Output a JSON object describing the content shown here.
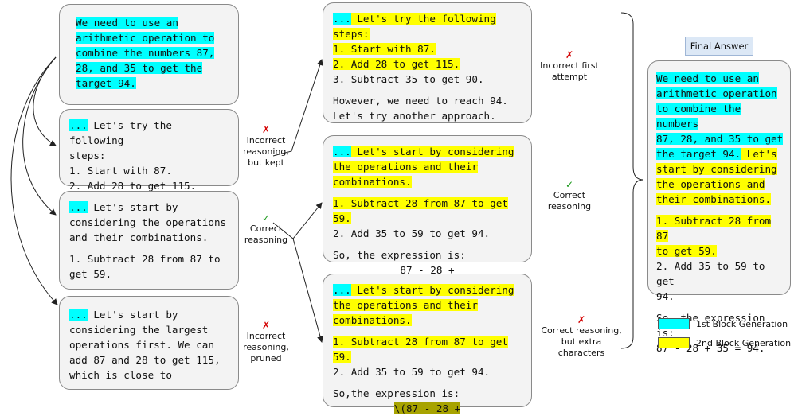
{
  "left": {
    "prompt": [
      "We need to use an",
      "arithmetic operation to",
      "combine the numbers 87,",
      "28, and 35 to get the",
      "target 94."
    ],
    "b1": {
      "dots": "...",
      "l1": " Let's try the following",
      "l2": "steps:",
      "l3": "1. Start with 87.",
      "l4": "2. Add 28 to get 115."
    },
    "b2": {
      "dots": "...",
      "l1": " Let's start by",
      "l2": "considering the operations",
      "l3": "and their combinations.",
      "l4": "1. Subtract 28 from 87 to",
      "l5": "get 59."
    },
    "b3": {
      "dots": "...",
      "l1": " Let's start by",
      "l2": "considering the largest",
      "l3": "operations first. We can",
      "l4": "add 87 and 28 to get 115,",
      "l5": "which is close to"
    }
  },
  "middle": {
    "m1": {
      "dots": "...",
      "l1": " Let's try the following",
      "l2": "steps:",
      "l3": "1. Start with 87.",
      "l4": "2. Add 28 to get 115.",
      "l5": "3. Subtract 35 to get 90.",
      "l6": "However, we need to reach 94.",
      "l7": "Let's try another approach."
    },
    "m2": {
      "dots": "...",
      "l1": " Let's start by considering",
      "l2": "the operations and their",
      "l3": "combinations.",
      "l4": "1. Subtract 28 from 87 to get",
      "l5": "59.",
      "l6": "2. Add 35 to 59 to get 94.",
      "l7": "So, the expression is:",
      "l8": "87 - 28 +"
    },
    "m3": {
      "dots": "...",
      "l1": " Let's start by considering",
      "l2": "the operations and their",
      "l3": "combinations.",
      "l4": "1. Subtract 28 from 87 to get",
      "l5": "59.",
      "l6": "2. Add 35 to 59 to get 94.",
      "l7": "So,the expression is:",
      "l8": "\\(87 - 28 +"
    }
  },
  "annotations": {
    "a1": {
      "mark": "✗",
      "text": [
        "Incorrect",
        "reasoning,",
        "but kept"
      ]
    },
    "a2": {
      "mark": "✓",
      "text": [
        "Correct",
        "reasoning"
      ]
    },
    "a3": {
      "mark": "✗",
      "text": [
        "Incorrect",
        "reasoning,",
        "pruned"
      ]
    },
    "r1": {
      "mark": "✗",
      "text": [
        "Incorrect first",
        "attempt"
      ]
    },
    "r2": {
      "mark": "✓",
      "text": [
        "Correct",
        "reasoning"
      ]
    },
    "r3": {
      "mark": "✗",
      "text": [
        "Correct reasoning,",
        "but extra",
        "characters"
      ]
    }
  },
  "final": {
    "title": "Final Answer",
    "c1": "We need to use an",
    "c2": "arithmetic operation",
    "c3": "to combine the numbers",
    "c4": "87, 28, and 35 to get",
    "c5": "the target 94.",
    "y5": " Let's",
    "y6": "start by considering",
    "y7": "the operations and",
    "y8": "their combinations.",
    "y9": "1. Subtract 28 from 87",
    "y10": "to get 59.",
    "l11": "2. Add 35 to 59 to get",
    "l12": "94.",
    "l13": "So, the expression is:",
    "l14": "87 - 28 + 35 = 94."
  },
  "legend": {
    "first": {
      "label": "1st Block Generation",
      "color": "#00ffff"
    },
    "second": {
      "label": "2nd Block Generation",
      "color": "#ffff00"
    }
  },
  "colors": {
    "cross": "#d40000",
    "check": "#1c9a1c",
    "first_block": "#00ffff",
    "second_block": "#ffff00",
    "invalid": "#a7a300"
  }
}
